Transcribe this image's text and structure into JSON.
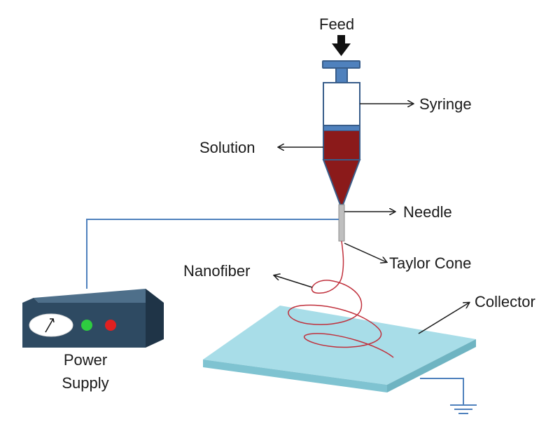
{
  "labels": {
    "feed": "Feed",
    "syringe": "Syringe",
    "solution": "Solution",
    "needle": "Needle",
    "taylor_cone": "Taylor Cone",
    "nanofiber": "Nanofiber",
    "collector": "Collector",
    "power_supply_line1": "Power",
    "power_supply_line2": "Supply"
  },
  "colors": {
    "syringe_plunger": "#4f81bd",
    "syringe_outline": "#385d8a",
    "solution": "#8b1a1a",
    "needle": "#bfbfbf",
    "wire": "#4f81bd",
    "power_box_front": "#2e4a62",
    "power_box_top": "#4e6f8a",
    "power_box_side": "#1f3447",
    "indicator_green": "#2ecc40",
    "indicator_red": "#e02020",
    "collector_top": "#a8dde8",
    "collector_side": "#7fc3d1",
    "fiber": "#c0303c",
    "ground": "#4f81bd"
  },
  "icons": {
    "feed_arrow": "down-arrow-icon",
    "ground": "ground-symbol-icon",
    "meter": "gauge-icon"
  }
}
